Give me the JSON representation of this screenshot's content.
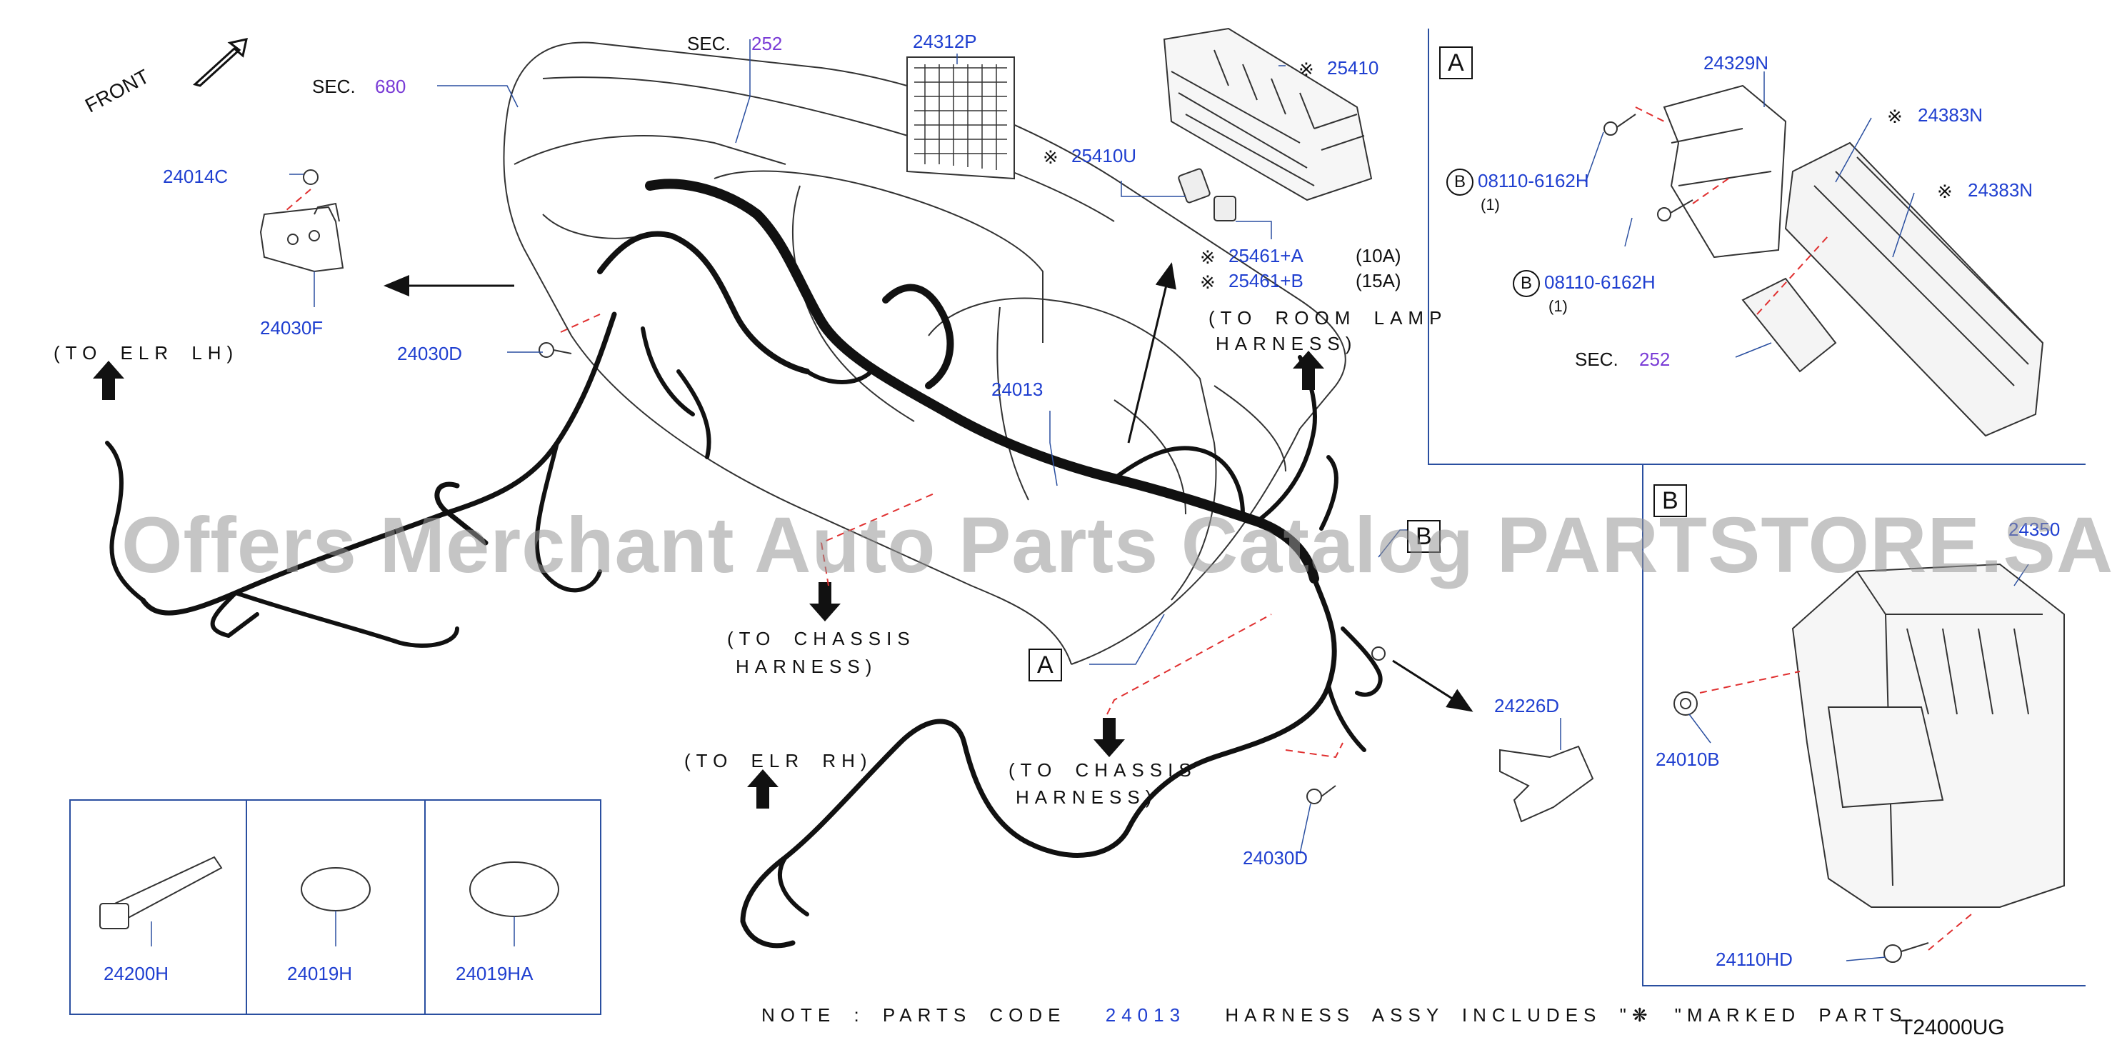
{
  "colors": {
    "part_code": "#1f3fd0",
    "section_ref": "#7a3cd6",
    "guide": "#e03030",
    "line": "#111111",
    "frame": "#2a4fa0"
  },
  "front_label": "FRONT",
  "sec_prefix": "SEC.",
  "sec680": "680",
  "sec252": "252",
  "parts": {
    "p24312P": "24312P",
    "p25410": "25410",
    "p25410U": "25410U",
    "p25461A": "25461+A",
    "p25461B": "25461+B",
    "amp10": "(10A)",
    "amp15": "(15A)",
    "p24014C": "24014C",
    "p24030F": "24030F",
    "p24030D": "24030D",
    "p24013": "24013",
    "p24226D": "24226D",
    "p24200H": "24200H",
    "p24019H": "24019H",
    "p24019HA": "24019HA"
  },
  "star": "※",
  "routing": {
    "elr_lh": "(TO ELR LH)",
    "elr_rh": "(TO ELR RH)",
    "chassis1a": "(TO CHASSIS",
    "chassis1b": "HARNESS)",
    "chassis2a": "(TO CHASSIS",
    "chassis2b": "HARNESS)",
    "room1": "(TO ROOM LAMP",
    "room2": "HARNESS)"
  },
  "detail_a": {
    "letter": "A",
    "p24329N": "24329N",
    "p24383N": "24383N",
    "bolt": "08110-6162H",
    "b": "B",
    "qty": "(1)"
  },
  "detail_b": {
    "letter": "B",
    "p24350": "24350",
    "p24010B": "24010B",
    "p24110HD": "24110HD"
  },
  "callouts": {
    "a": "A",
    "b": "B"
  },
  "note": {
    "prefix": "NOTE : PARTS CODE",
    "code": "24013",
    "mid": "HARNESS ASSY INCLUDES \"",
    "mark": "❋",
    "end": "\"MARKED PARTS."
  },
  "diagram_code": "T24000UG",
  "watermark": "Offers Merchant Auto Parts Catalog PARTSTORE.SA"
}
